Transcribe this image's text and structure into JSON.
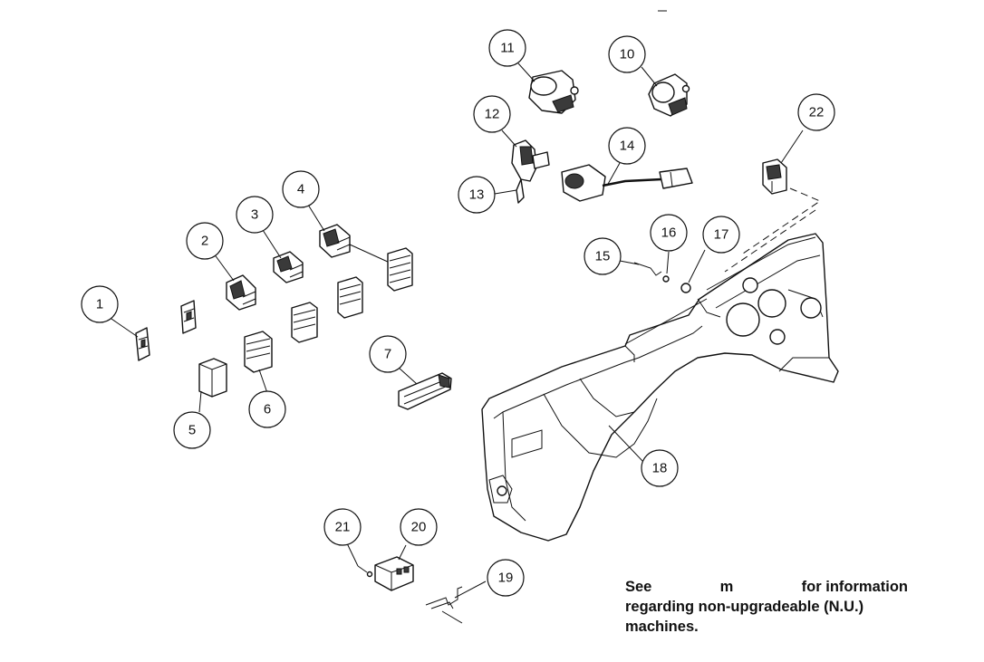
{
  "callouts": [
    {
      "label": "1"
    },
    {
      "label": "2"
    },
    {
      "label": "3"
    },
    {
      "label": "4"
    },
    {
      "label": "5"
    },
    {
      "label": "6"
    },
    {
      "label": "7"
    },
    {
      "label": "10"
    },
    {
      "label": "11"
    },
    {
      "label": "12"
    },
    {
      "label": "13"
    },
    {
      "label": "14"
    },
    {
      "label": "15"
    },
    {
      "label": "16"
    },
    {
      "label": "17"
    },
    {
      "label": "18"
    },
    {
      "label": "19"
    },
    {
      "label": "20"
    },
    {
      "label": "21"
    },
    {
      "label": "22"
    }
  ],
  "note": {
    "word1": "See",
    "word2": "m",
    "word3": "for information",
    "line2": "regarding non-upgradeable (N.U.)",
    "line3": "machines."
  }
}
